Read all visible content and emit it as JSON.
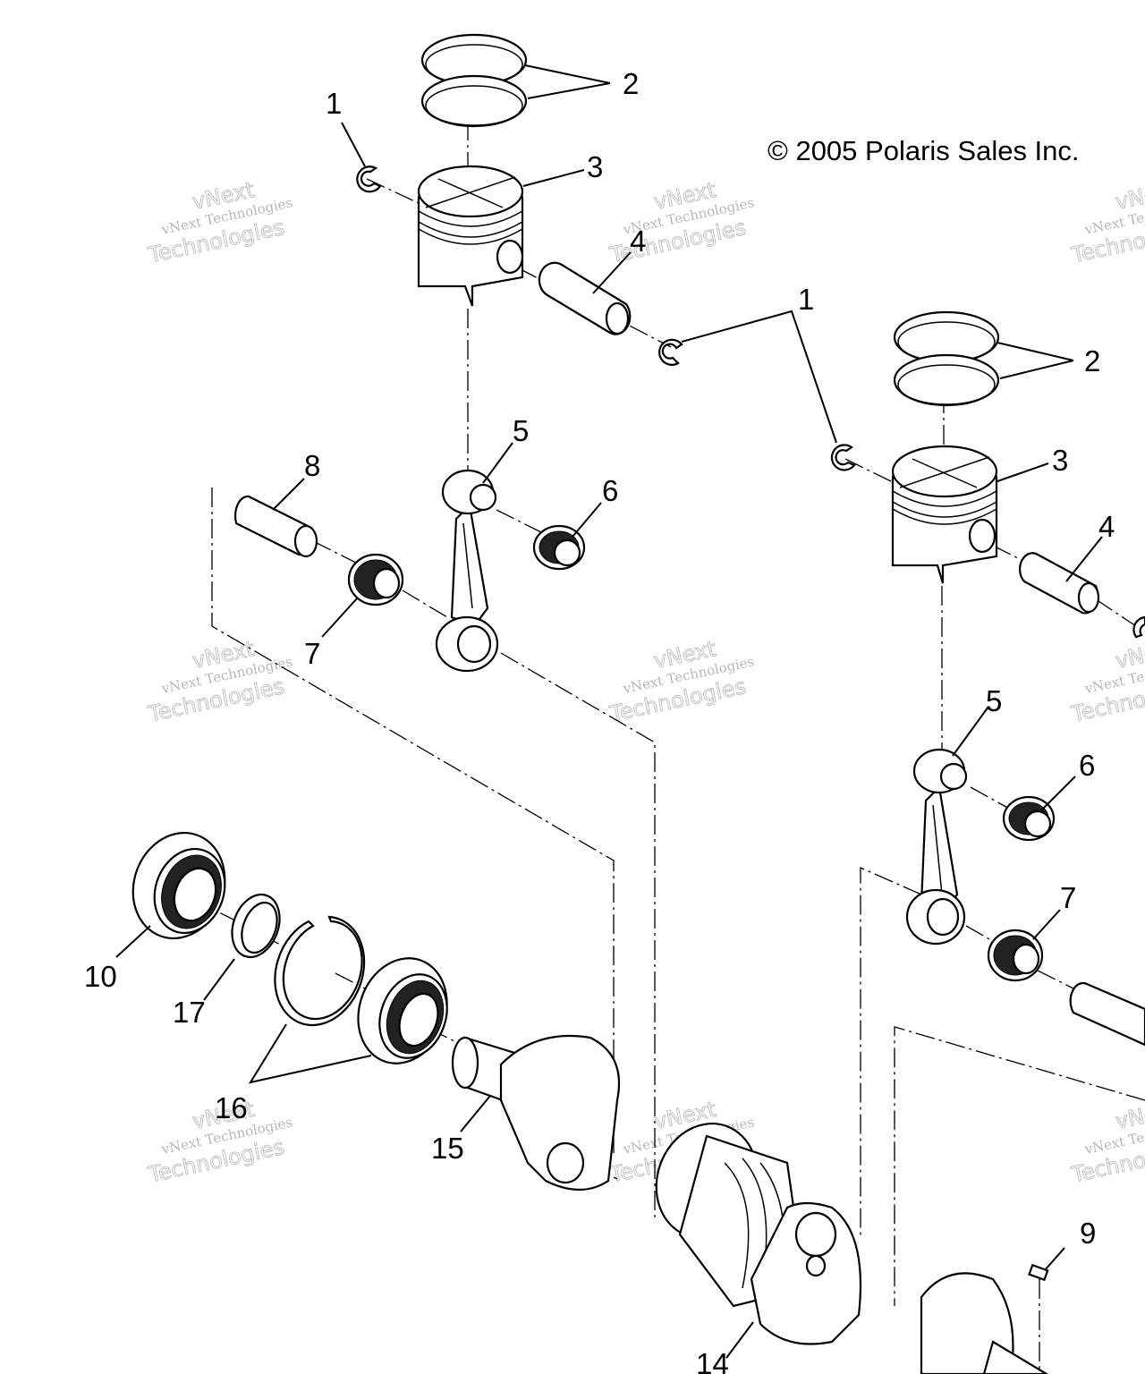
{
  "copyright": "© 2005 Polaris Sales Inc.",
  "watermark": {
    "line1": "vNext Technologies",
    "line2": "vNext",
    "line3": "Technologies"
  },
  "callouts": {
    "c1a": "1",
    "c2a": "2",
    "c3a": "3",
    "c4a": "4",
    "c1b": "1",
    "c2b": "2",
    "c3b": "3",
    "c4b": "4",
    "c5a": "5",
    "c6a": "6",
    "c7a": "7",
    "c8": "8",
    "c5b": "5",
    "c6b": "6",
    "c7b": "7",
    "c10": "10",
    "c17": "17",
    "c16": "16",
    "c15": "15",
    "c14": "14",
    "c9": "9"
  }
}
